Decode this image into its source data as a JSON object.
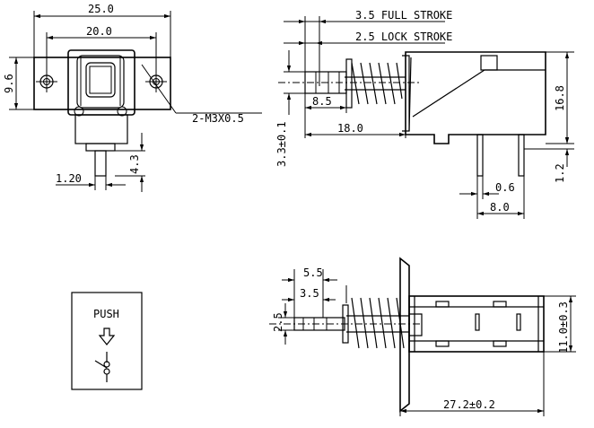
{
  "front_view": {
    "dim_width_overall": "25.0",
    "dim_width_holes": "20.0",
    "dim_height_flange": "9.6",
    "dim_terminal_height": "4.3",
    "dim_terminal_width": "1.20",
    "callout_holes": "2-M3X0.5"
  },
  "side_view": {
    "dim_full_stroke": "3.5 FULL STROKE",
    "dim_lock_stroke": "2.5 LOCK STROKE",
    "dim_plunger_len": "8.5",
    "dim_body_len": "18.0",
    "dim_plunger_square": "3.3±0.1",
    "dim_height": "16.8",
    "dim_pin_width": "0.6",
    "dim_pin_pitch": "8.0",
    "dim_pin_offset": "1.2"
  },
  "top_view": {
    "dim_stroke_a": "5.5",
    "dim_stroke_b": "3.5",
    "dim_plunger": "2.5",
    "dim_body_height": "11.0±0.3",
    "dim_body_length": "27.2±0.2"
  },
  "symbol": {
    "label": "PUSH"
  }
}
